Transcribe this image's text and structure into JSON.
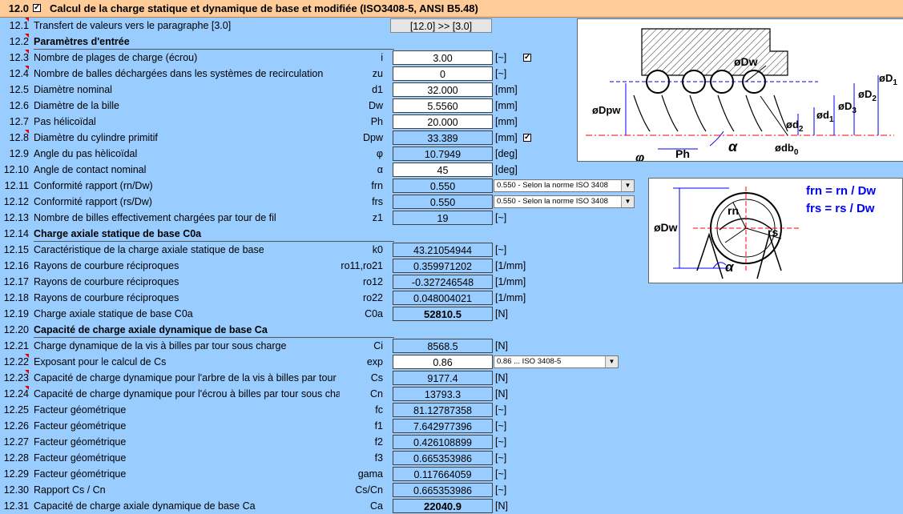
{
  "header": {
    "num": "12.0",
    "title": "Calcul de la charge statique et dynamique de base et modifiée (ISO3408-5, ANSI B5.48)"
  },
  "transfer_button": "[12.0] >> [3.0]",
  "rows": [
    {
      "num": "12.1",
      "label": "Transfert de valeurs vers le paragraphe [3.0]",
      "tri": true,
      "button": true
    },
    {
      "num": "12.2",
      "label": "Paramètres d'entrée",
      "section": true,
      "tri": true
    },
    {
      "num": "12.3",
      "label": "Nombre de plages de charge (écrou)",
      "sym": "i",
      "val": "3.00",
      "unit": "[~]",
      "tri": true,
      "check": true,
      "white": true
    },
    {
      "num": "12.4",
      "label": "Nombre de balles déchargées dans les systèmes de recirculation",
      "sym": "zu",
      "val": "0",
      "unit": "[~]",
      "tri": true,
      "white": true
    },
    {
      "num": "12.5",
      "label": "Diamètre nominal",
      "sym": "d1",
      "val": "32.000",
      "unit": "[mm]",
      "white": true
    },
    {
      "num": "12.6",
      "label": "Diamètre de la bille",
      "sym": "Dw",
      "val": "5.5560",
      "unit": "[mm]",
      "white": true
    },
    {
      "num": "12.7",
      "label": "Pas hélicoïdal",
      "sym": "Ph",
      "val": "20.000",
      "unit": "[mm]",
      "white": true
    },
    {
      "num": "12.8",
      "label": "Diamètre du cylindre primitif",
      "sym": "Dpw",
      "val": "33.389",
      "unit": "[mm]",
      "tri": true,
      "check": true
    },
    {
      "num": "12.9",
      "label": "Angle du pas hèlicoïdal",
      "sym": "φ",
      "val": "10.7949",
      "unit": "[deg]"
    },
    {
      "num": "12.10",
      "label": "Angle de contact nominal",
      "sym": "α",
      "val": "45",
      "unit": "[deg]",
      "white": true
    },
    {
      "num": "12.11",
      "label": "Conformité rapport (rn/Dw)",
      "sym": "frn",
      "val": "0.550",
      "dropdown": "0.550 - Selon la norme ISO 3408"
    },
    {
      "num": "12.12",
      "label": "Conformité rapport (rs/Dw)",
      "sym": "frs",
      "val": "0.550",
      "dropdown": "0.550 - Selon la norme ISO 3408"
    },
    {
      "num": "12.13",
      "label": "Nombre de billes effectivement chargées par tour de fil",
      "sym": "z1",
      "val": "19",
      "unit": "[~]"
    },
    {
      "num": "12.14",
      "label": "Charge axiale statique de base C0a",
      "section": true
    },
    {
      "num": "12.15",
      "label": "Caractéristique de la charge axiale statique de base",
      "sym": "k0",
      "val": "43.21054944",
      "unit": "[~]"
    },
    {
      "num": "12.16",
      "label": "Rayons de courbure réciproques",
      "sym": "ro11,ro21",
      "val": "0.359971202",
      "unit": "[1/mm]"
    },
    {
      "num": "12.17",
      "label": "Rayons de courbure réciproques",
      "sym": "ro12",
      "val": "-0.327246548",
      "unit": "[1/mm]"
    },
    {
      "num": "12.18",
      "label": "Rayons de courbure réciproques",
      "sym": "ro22",
      "val": "0.048004021",
      "unit": "[1/mm]"
    },
    {
      "num": "12.19",
      "label": "Charge axiale statique de base C0a",
      "sym": "C0a",
      "val": "52810.5",
      "unit": "[N]",
      "bold": true
    },
    {
      "num": "12.20",
      "label": "Capacité de charge axiale dynamique de base Ca",
      "section": true
    },
    {
      "num": "12.21",
      "label": "Charge dynamique de la vis à billes par tour sous charge",
      "sym": "Ci",
      "val": "8568.5",
      "unit": "[N]"
    },
    {
      "num": "12.22",
      "label": "Exposant pour le calcul de Cs",
      "sym": "exp",
      "val": "0.86",
      "dropdown": "0.86 ... ISO 3408-5",
      "tri": true,
      "white": true
    },
    {
      "num": "12.23",
      "label": "Capacité de charge dynamique pour l'arbre de la vis à billes par tour",
      "sym": "Cs",
      "val": "9177.4",
      "unit": "[N]",
      "tri": true
    },
    {
      "num": "12.24",
      "label": "Capacité de charge dynamique pour l'écrou à billes par tour sous charge",
      "sym": "Cn",
      "val": "13793.3",
      "unit": "[N]",
      "tri": true
    },
    {
      "num": "12.25",
      "label": "Facteur géométrique",
      "sym": "fc",
      "val": "81.12787358",
      "unit": "[~]"
    },
    {
      "num": "12.26",
      "label": "Facteur géométrique",
      "sym": "f1",
      "val": "7.642977396",
      "unit": "[~]"
    },
    {
      "num": "12.27",
      "label": "Facteur géométrique",
      "sym": "f2",
      "val": "0.426108899",
      "unit": "[~]"
    },
    {
      "num": "12.28",
      "label": "Facteur géométrique",
      "sym": "f3",
      "val": "0.665353986",
      "unit": "[~]"
    },
    {
      "num": "12.29",
      "label": "Facteur géométrique",
      "sym": "gama",
      "val": "0.117664059",
      "unit": "[~]"
    },
    {
      "num": "12.30",
      "label": "Rapport Cs / Cn",
      "sym": "Cs/Cn",
      "val": "0.665353986",
      "unit": "[~]"
    },
    {
      "num": "12.31",
      "label": "Capacité de charge axiale dynamique de base Ca",
      "sym": "Ca",
      "val": "22040.9",
      "unit": "[N]",
      "bold": true
    }
  ],
  "figure1_labels": {
    "dw": "øDw",
    "dpw": "øDpw",
    "ph": "Ph",
    "phi": "φ",
    "alpha": "α",
    "D": "øD",
    "D_sub1": "1",
    "D_sub2": "2",
    "D_sub3": "3",
    "d": "ød",
    "d_sub1": "1",
    "d_sub2": "2",
    "db": "ødb",
    "db_sub": "0"
  },
  "figure2_labels": {
    "frn": "frn = rn / Dw",
    "frs": "frs = rs / Dw",
    "rn": "rn",
    "rs": "rs",
    "dw": "øDw",
    "alpha": "α"
  },
  "colors": {
    "header_bg": "#ffcc99",
    "sheet_bg": "#99ccff",
    "marker": "#e00000",
    "figure_blue": "#0000ff",
    "figure_red": "#ff0000"
  }
}
